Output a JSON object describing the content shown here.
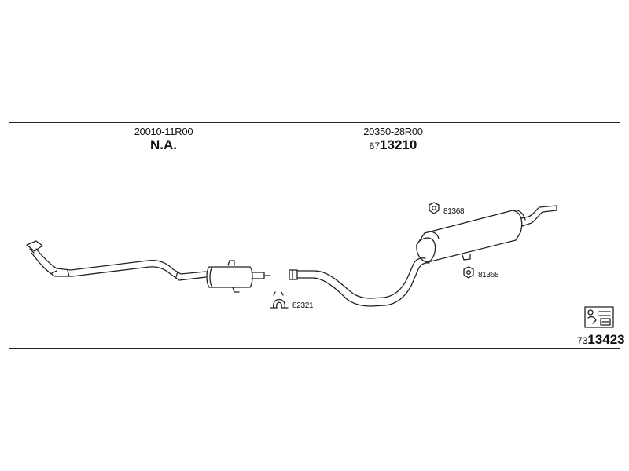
{
  "labels": {
    "left_oem": "20010-11R00",
    "left_part": "N.A.",
    "right_oem": "20350-28R00",
    "right_prefix": "67",
    "right_part": "13210",
    "clamp_ref": "82321",
    "rubber_top_ref": "81368",
    "rubber_bottom_ref": "81368",
    "kit_prefix": "73",
    "kit_number": "13423"
  },
  "icons": [
    "front-pipe-icon",
    "center-muffler-icon",
    "clamp-icon",
    "rear-muffler-icon",
    "rubber-mount-icon",
    "kit-icon"
  ],
  "colors": {
    "line": "#222222",
    "background": "#ffffff"
  }
}
